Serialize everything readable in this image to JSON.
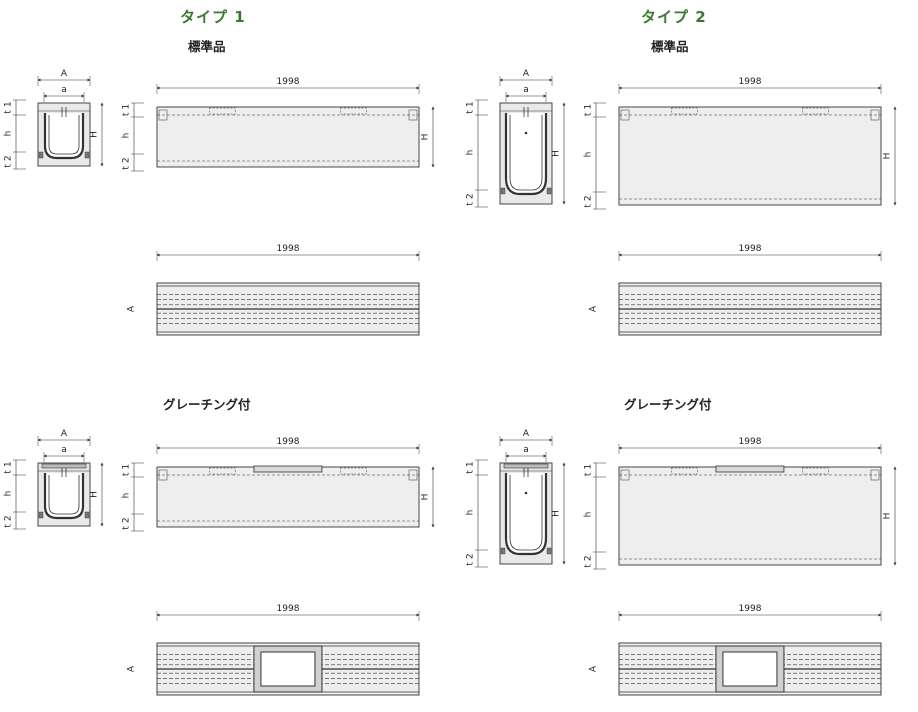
{
  "type1": {
    "title": "タイプ 1",
    "standard_label": "標準品",
    "grating_label": "グレーチング付"
  },
  "type2": {
    "title": "タイプ 2",
    "standard_label": "標準品",
    "grating_label": "グレーチング付"
  },
  "dimensions": {
    "length": "1998",
    "A": "A",
    "a": "a",
    "H": "H",
    "h": "h",
    "t1": "t 1",
    "t2": "t 2"
  },
  "colors": {
    "title_green": "#3a7a2e",
    "line": "#333333",
    "fill": "#eeeeee"
  }
}
